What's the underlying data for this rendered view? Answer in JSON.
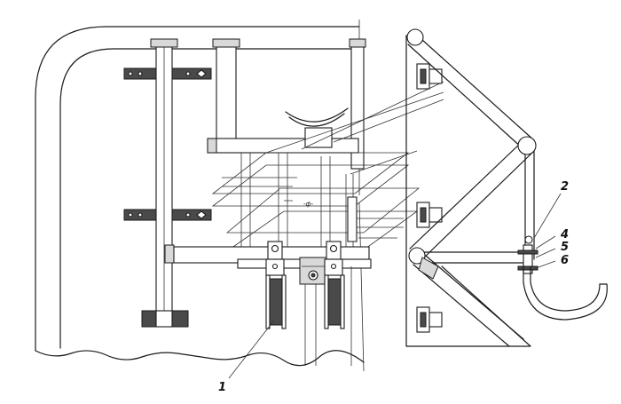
{
  "callouts": [
    {
      "id": "1",
      "text": "1"
    },
    {
      "id": "2",
      "text": "2"
    },
    {
      "id": "4",
      "text": "4"
    },
    {
      "id": "5",
      "text": "5"
    },
    {
      "id": "6",
      "text": "6"
    }
  ]
}
